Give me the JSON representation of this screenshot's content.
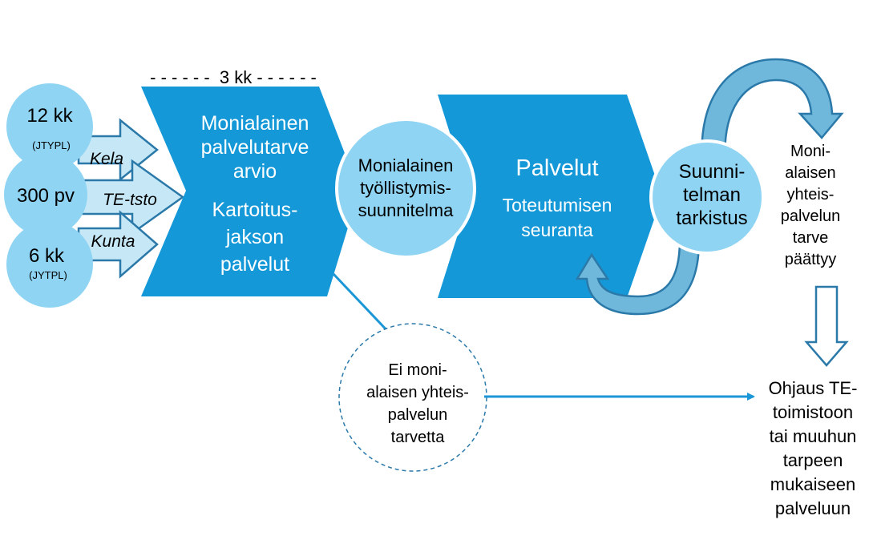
{
  "colors": {
    "dark_blue": "#1598d8",
    "light_blue": "#8fd4f3",
    "arrow_fill": "#c6e7f6",
    "arrow_stroke": "#2a79a9",
    "loop_fill": "#6fb8dc",
    "connector": "#1b96d6",
    "text": "#000000",
    "white_text": "#ffffff"
  },
  "entry": {
    "circle_12kk": {
      "main": "12 kk",
      "sub": "(JTYPL)"
    },
    "circle_300pv": {
      "main": "300 pv"
    },
    "circle_6kk": {
      "main": "6 kk",
      "sub": "(JYTPL)"
    },
    "arrow_labels": [
      "Kela",
      "TE-tsto",
      "Kunta"
    ]
  },
  "duration_label": "- - - - - -  3 kk - - - - - -",
  "stage1": {
    "lines1": [
      "Monialainen",
      "palvelutarve",
      "arvio"
    ],
    "lines2": [
      "Kartoitus-",
      "jakson",
      "palvelut"
    ]
  },
  "plan_circle": {
    "lines": [
      "Monialainen",
      "työllistymis-",
      "suunnitelma"
    ]
  },
  "stage2": {
    "title": "Palvelut",
    "lines": [
      "Toteutumisen",
      "seuranta"
    ]
  },
  "check_circle": {
    "lines": [
      "Suunni-",
      "telman",
      "tarkistus"
    ]
  },
  "end_text": {
    "lines": [
      "Moni-",
      "alaisen",
      "yhteis-",
      "palvelun",
      "tarve",
      "päättyy"
    ]
  },
  "no_need_circle": {
    "lines": [
      "Ei moni-",
      "alaisen yhteis-",
      "palvelun",
      "tarvetta"
    ]
  },
  "referral_text": {
    "lines": [
      "Ohjaus TE-",
      "toimistoon",
      "tai muuhun",
      "tarpeen",
      "mukaiseen",
      "palveluun"
    ]
  }
}
